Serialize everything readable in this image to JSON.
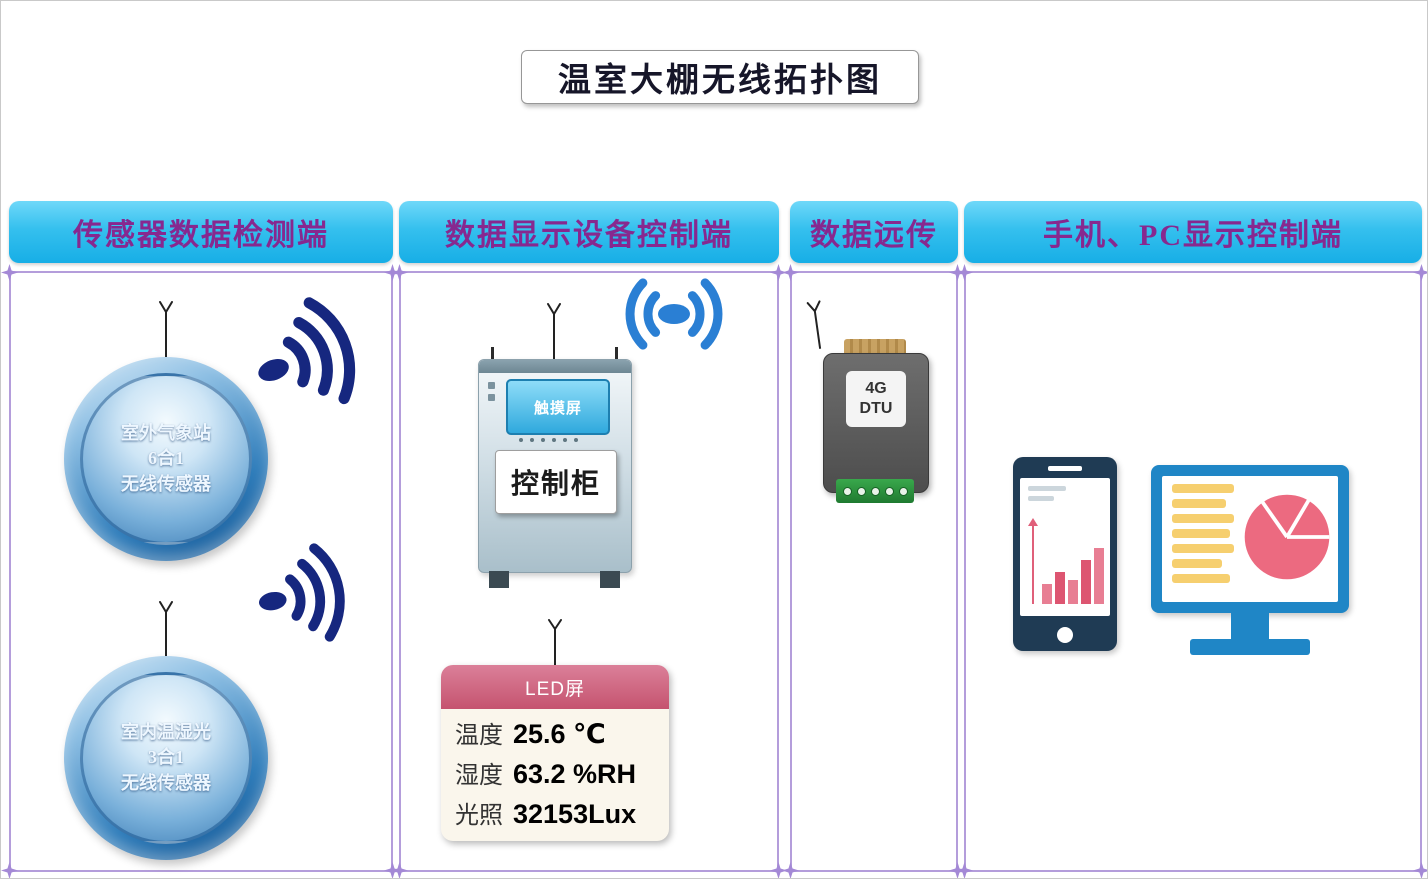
{
  "title": "温室大棚无线拓扑图",
  "column_headers": {
    "sensor": "传感器数据检测端",
    "display": "数据显示设备控制端",
    "remote": "数据远传",
    "client": "手机、PC显示控制端"
  },
  "sensors": {
    "outdoor": {
      "line1": "室外气象站",
      "line2": "6合1",
      "line3": "无线传感器"
    },
    "indoor": {
      "line1": "室内温湿光",
      "line2": "3合1",
      "line3": "无线传感器"
    }
  },
  "control_cabinet": {
    "screen_label": "触摸屏",
    "cabinet_label": "控制柜"
  },
  "led_panel": {
    "title": "LED屏",
    "rows": [
      {
        "label": "温度",
        "value": "25.6 ℃"
      },
      {
        "label": "湿度",
        "value": "63.2 %RH"
      },
      {
        "label": "光照",
        "value": "32153Lux"
      }
    ]
  },
  "dtu": {
    "line1": "4G",
    "line2": "DTU"
  },
  "colors": {
    "header_text": "#87288f",
    "header_bg_top": "#6fd8f9",
    "header_bg_bottom": "#17aee6",
    "panel_border": "#b49ddb",
    "ornament": "#a489d6",
    "signal_dark": "#16277f",
    "signal_blue": "#2a7fd4",
    "led_header": "#c5536f",
    "monitor_blue": "#1f86c6",
    "phone_navy": "#1f3b54",
    "bar_pink": "#e0607a",
    "pie_pink": "#ec6a80",
    "terminal_green": "#1f7a30",
    "sphere_blue": "#2e7cba"
  }
}
